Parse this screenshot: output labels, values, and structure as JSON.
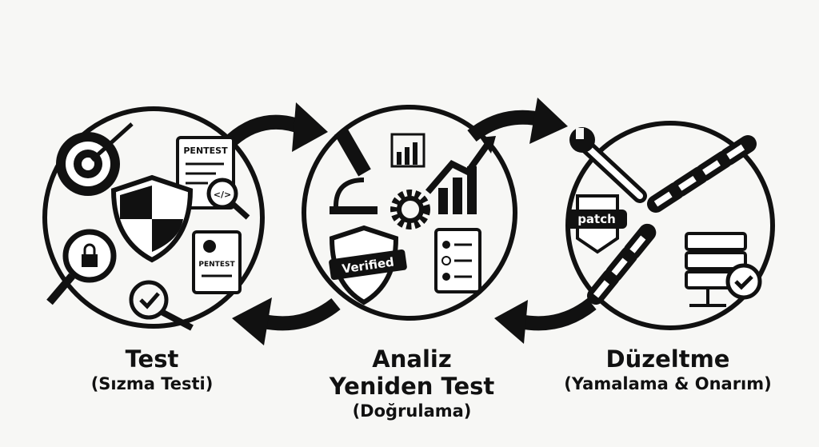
{
  "stages": [
    {
      "title": "Test",
      "subtitle": "(Sızma Testi)",
      "icons": {
        "doc1": "PENTEST",
        "code": "</>",
        "doc2": "PENTEST"
      }
    },
    {
      "title": "Analiz",
      "title2": "Yeniden Test",
      "subtitle": "(Doğrulama)",
      "icons": {
        "badge": "Verified"
      }
    },
    {
      "title": "Düzeltme",
      "subtitle": "(Yamalama & Onarım)",
      "icons": {
        "patch": "patch"
      }
    }
  ],
  "colors": {
    "ink": "#111111",
    "background": "#f7f7f5"
  }
}
